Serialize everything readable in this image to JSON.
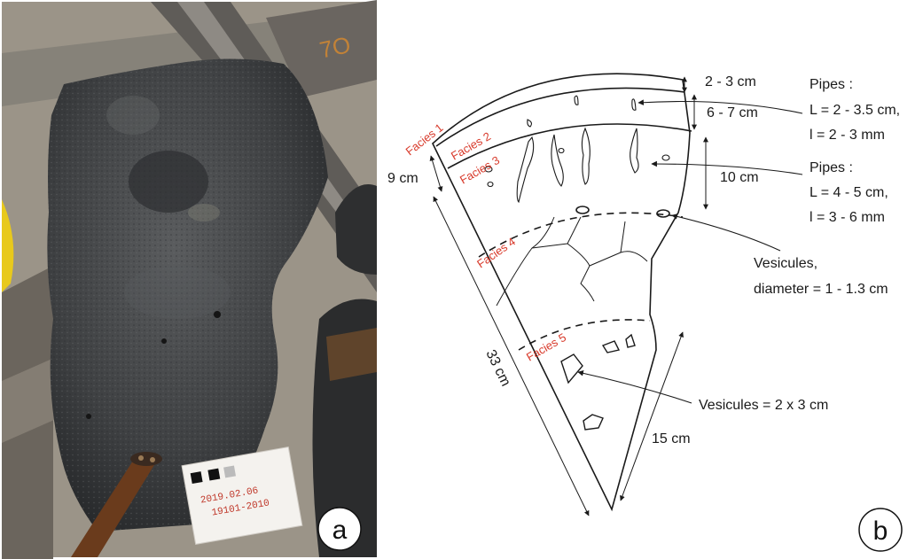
{
  "panel_a": {
    "letter": "a",
    "tag_line1": "2019.02.06",
    "tag_line2": "19101-2010"
  },
  "panel_b": {
    "letter": "b",
    "facies": [
      "Facies 1",
      "Facies 2",
      "Facies 3",
      "Facies 4",
      "Facies 5"
    ],
    "dimensions": {
      "d_2_3": "2 - 3 cm",
      "d_6_7": "6 - 7 cm",
      "d_10": "10 cm",
      "d_9": "9 cm",
      "d_33": "33 cm",
      "d_15": "15 cm"
    },
    "pipes1": {
      "title": "Pipes :",
      "L": "L = 2 - 3.5 cm,",
      "l": "l = 2 - 3 mm"
    },
    "pipes2": {
      "title": "Pipes :",
      "L": "L = 4 - 5 cm,",
      "l": "l = 3 - 6 mm"
    },
    "vesicules1": {
      "line1": "Vesicules,",
      "line2": "diameter = 1 - 1.3 cm"
    },
    "vesicules2": "Vesicules = 2 x 3 cm"
  },
  "colors": {
    "facies_label": "#d83a2b",
    "line": "#1a1a1a"
  }
}
